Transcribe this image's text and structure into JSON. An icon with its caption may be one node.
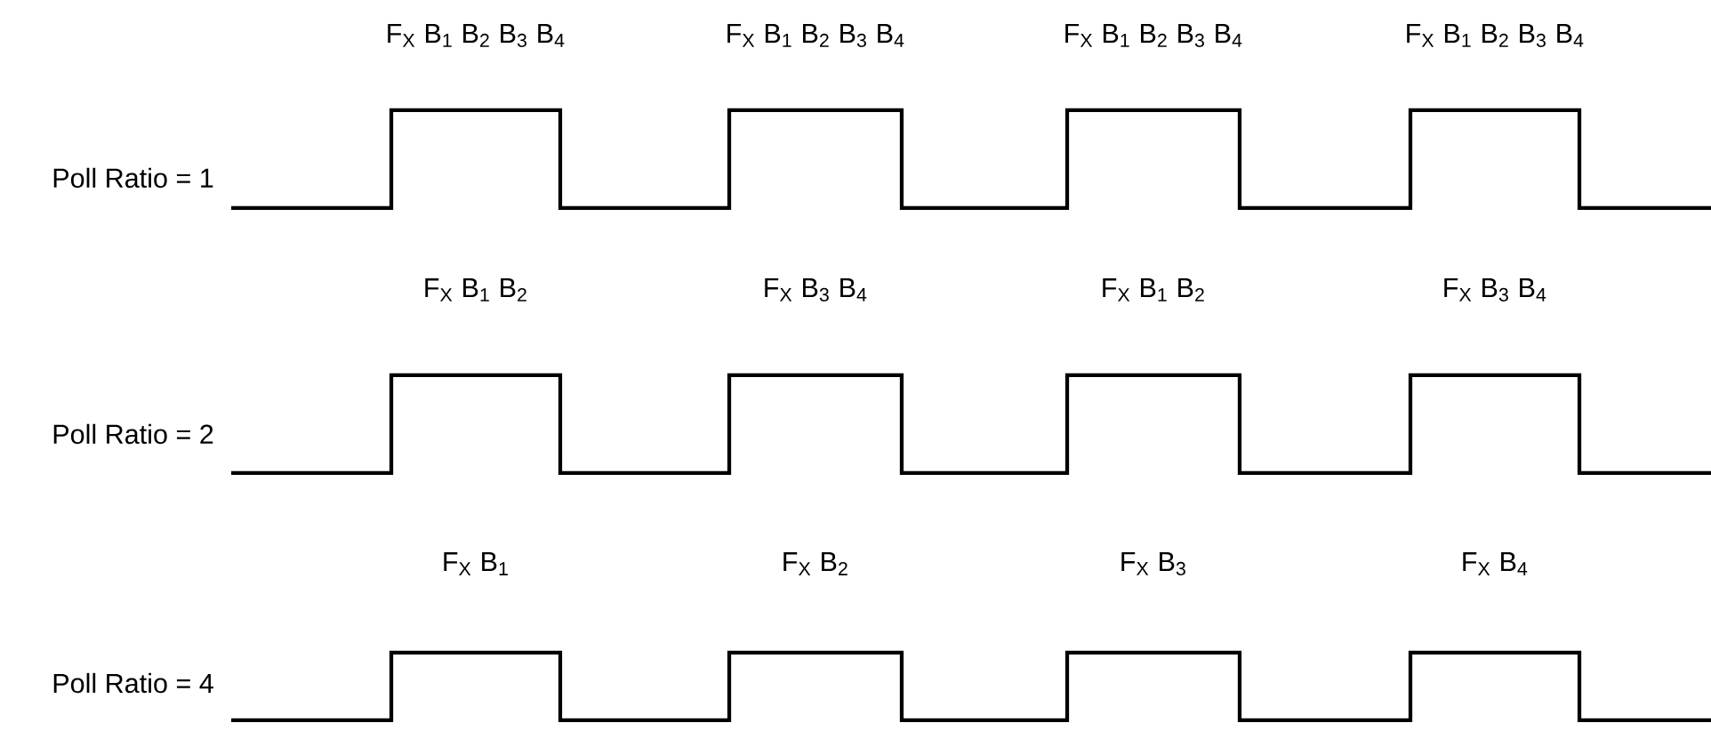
{
  "diagram": {
    "labels": [
      "F$_{X}$ B$_{1}$ B$_{2}$ B$_{3}$ B$_{4}$",
      "F$_{X}$ B$_{1}$ B$_{2}$ B$_{3}$ B$_{4}$",
      "F$_{X}$ B$_{1}$ B$_{2}$ B$_{3}$ B$_{4}$",
      "F$_{X}$ B$_{1}$ B$_{2}$ B$_{3}$ B$_{4}$",
      "Poll Ratio = 1",
      "F$_{X}$ B$_{1}$ B$_{2}$",
      "F$_{X}$ B$_{3}$ B$_{4}$",
      "F$_{X}$ B$_{1}$ B$_{2}$",
      "F$_{X}$ B$_{3}$ B$_{4}$",
      "Poll Ratio = 2",
      "F$_{X}$ B$_{1}$",
      "F$_{X}$ B$_{2}$",
      "F$_{X}$ B$_{3}$",
      "F$_{X}$ B$_{4}$",
      "Poll Ratio = 4"
    ]
  }
}
